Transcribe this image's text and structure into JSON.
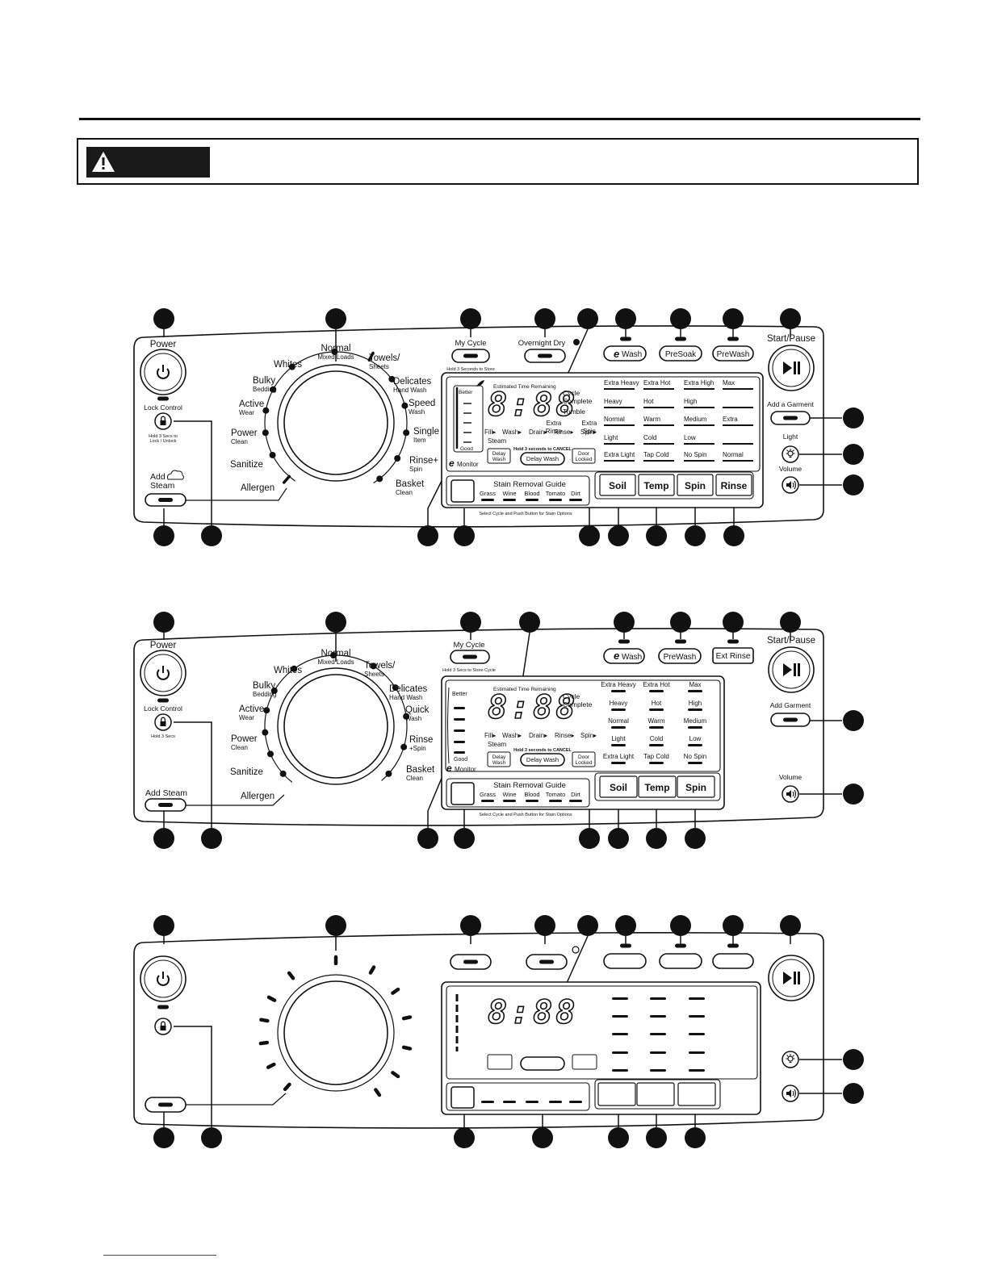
{
  "warning_icon": "warning-triangle-icon",
  "panels": [
    {
      "kind": "top",
      "labels": {
        "power": "Power",
        "lock": "Lock Control",
        "lock_note": "Hold 3 Secs to\nLock / Unlock",
        "add_steam": "Add\nSteam",
        "my_cycle": "My Cycle",
        "my_cycle_note": "Hold 3 Seconds to Store",
        "overnight_dry": "Overnight Dry",
        "ewash": "Wash",
        "presoak": "PreSoak",
        "prewash": "PreWash",
        "start_pause": "Start/Pause",
        "add_garment": "Add a Garment",
        "light": "Light",
        "volume": "Volume"
      },
      "cycles": [
        "Allergen",
        "Sanitize",
        "Power\nClean",
        "Active\nWear",
        "Bulky\nBedding",
        "Whites",
        "Normal\nMixed Loads",
        "Towels/\nSheets",
        "Delicates\nHand Wash",
        "Speed\nWash",
        "Single\nItem",
        "Rinse+\nSpin",
        "Basket\nClean"
      ],
      "display": {
        "digits": "8:88",
        "etr": "Estimated Time Remaining",
        "better": "Better",
        "good": "Good",
        "monitor": "Monitor",
        "cycle_complete": "Cycle\nComplete",
        "tumble": "Tumble",
        "extra_rinse": "Extra\nRinse",
        "extra_spin": "Extra\nSpin",
        "stages": [
          "Fill",
          "Wash",
          "Drain",
          "Rinse",
          "Spin"
        ],
        "steam": "Steam",
        "delay_small": "Delay\nWash",
        "cancel_note": "Hold 3 seconds to CANCEL",
        "delay_wash": "Delay Wash",
        "door_locked": "Door\nLocked"
      },
      "options": [
        [
          "Extra Heavy",
          "Extra Hot",
          "Extra High",
          "Max"
        ],
        [
          "Heavy",
          "Hot",
          "High",
          ""
        ],
        [
          "Normal",
          "Warm",
          "Medium",
          "Extra"
        ],
        [
          "Light",
          "Cold",
          "Low",
          ""
        ],
        [
          "Extra Light",
          "Tap Cold",
          "No Spin",
          "Normal"
        ]
      ],
      "option_buttons": [
        "Soil",
        "Temp",
        "Spin",
        "Rinse"
      ],
      "stain": {
        "title": "Stain Removal Guide",
        "items": [
          "Grass",
          "Wine",
          "Blood",
          "Tomato",
          "Dirt"
        ],
        "note": "Select Cycle and Push Button for Stain Options"
      }
    },
    {
      "kind": "middle",
      "labels": {
        "power": "Power",
        "lock": "Lock Control",
        "lock_note": "Hold 3 Secs",
        "add_steam": "Add Steam",
        "my_cycle": "My Cycle",
        "my_cycle_note": "Hold 3 Secs to Store Cycle",
        "ewash": "Wash",
        "prewash": "PreWash",
        "ext_rinse": "Ext Rinse",
        "start_pause": "Start/Pause",
        "add_garment": "Add Garment",
        "volume": "Volume"
      },
      "cycles": [
        "Allergen",
        "Sanitize",
        "Power\nClean",
        "Active\nWear",
        "Bulky\nBedding",
        "Whites",
        "Normal\nMixed Loads",
        "Towels/\nSheets",
        "Delicates\nHand Wash",
        "Quick\nWash",
        "Rinse\n+Spin",
        "Basket\nClean"
      ],
      "display": {
        "digits": "8:88",
        "etr": "Estimated Time Remaining",
        "better": "Better",
        "good": "Good",
        "monitor": "Monitor",
        "cycle_complete": "Cycle\nComplete",
        "stages": [
          "Fill",
          "Wash",
          "Drain",
          "Rinse",
          "Spin"
        ],
        "steam": "Steam",
        "delay_small": "Delay\nWash",
        "cancel_note": "Hold 3 seconds to CANCEL",
        "delay_wash": "Delay Wash",
        "door_locked": "Door\nLocked"
      },
      "options": [
        [
          "Extra Heavy",
          "Extra Hot",
          "Max"
        ],
        [
          "Heavy",
          "Hot",
          "High"
        ],
        [
          "Normal",
          "Warm",
          "Medium"
        ],
        [
          "Light",
          "Cold",
          "Low"
        ],
        [
          "Extra Light",
          "Tap Cold",
          "No Spin"
        ]
      ],
      "option_buttons": [
        "Soil",
        "Temp",
        "Spin"
      ],
      "stain": {
        "title": "Stain Removal Guide",
        "items": [
          "Grass",
          "Wine",
          "Blood",
          "Tomato",
          "Dirt"
        ],
        "note": "Select Cycle and Push Button for Stain Options"
      }
    },
    {
      "kind": "bottom",
      "display": {
        "digits": "8:88"
      }
    }
  ]
}
